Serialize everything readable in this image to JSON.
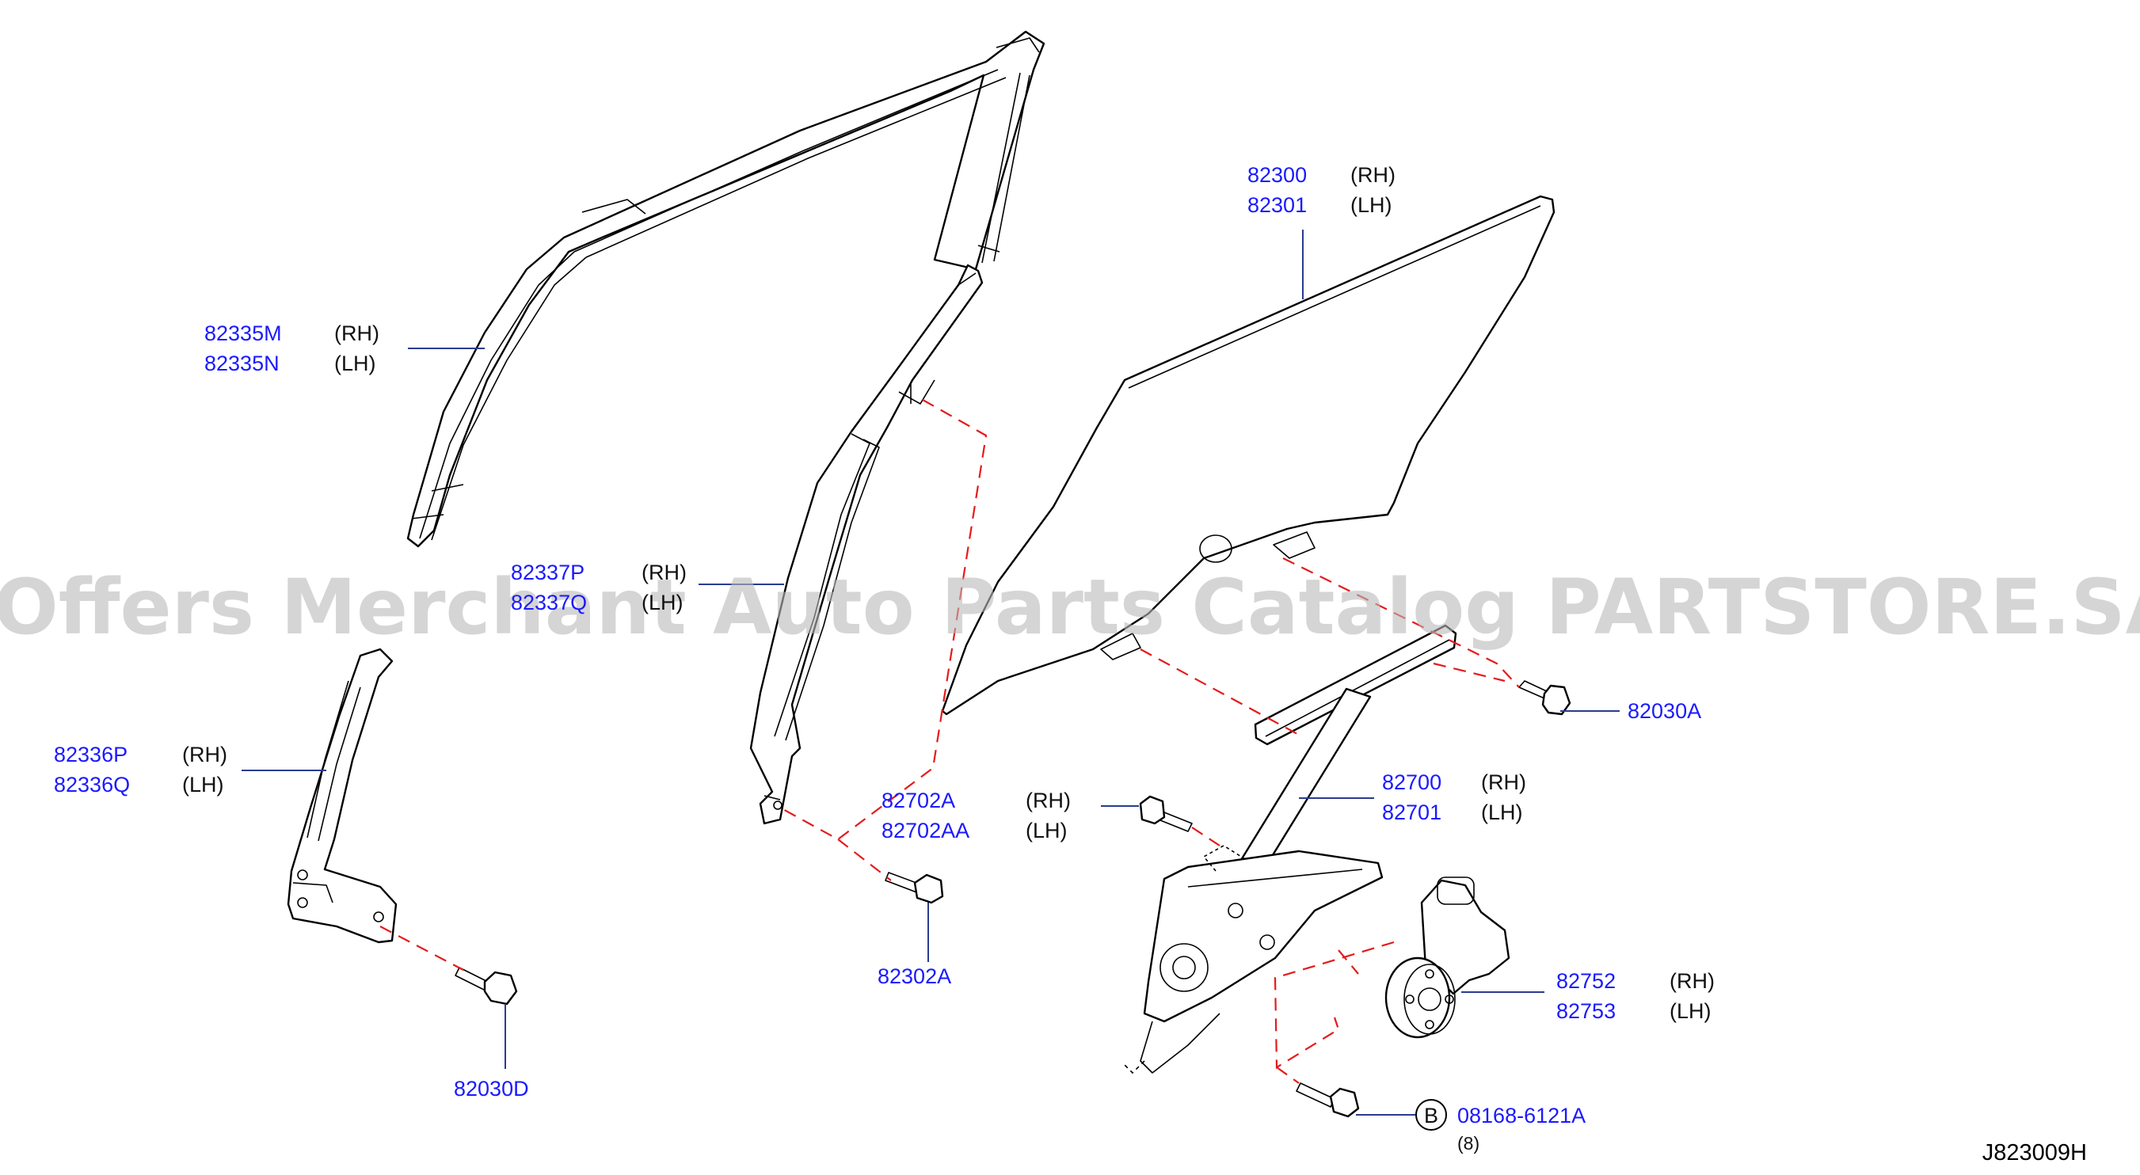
{
  "callouts": [
    {
      "id": "c1",
      "part": "82335M",
      "side": "(RH)"
    },
    {
      "id": "c2",
      "part": "82335N",
      "side": "(LH)"
    },
    {
      "id": "c3",
      "part": "82300",
      "side": "(RH)"
    },
    {
      "id": "c4",
      "part": "82301",
      "side": "(LH)"
    },
    {
      "id": "c5",
      "part": "82337P",
      "side": "(RH)"
    },
    {
      "id": "c6",
      "part": "82337Q",
      "side": "(LH)"
    },
    {
      "id": "c7",
      "part": "82336P",
      "side": "(RH)"
    },
    {
      "id": "c8",
      "part": "82336Q",
      "side": "(LH)"
    },
    {
      "id": "c9",
      "part": "82030A",
      "side": ""
    },
    {
      "id": "c10",
      "part": "82700",
      "side": "(RH)"
    },
    {
      "id": "c11",
      "part": "82701",
      "side": "(LH)"
    },
    {
      "id": "c12",
      "part": "82702A",
      "side": "(RH)"
    },
    {
      "id": "c13",
      "part": "82702AA",
      "side": "(LH)"
    },
    {
      "id": "c14",
      "part": "82302A",
      "side": ""
    },
    {
      "id": "c15",
      "part": "82752",
      "side": "(RH)"
    },
    {
      "id": "c16",
      "part": "82753",
      "side": "(LH)"
    },
    {
      "id": "c17",
      "part": "82030D",
      "side": ""
    },
    {
      "id": "c18",
      "part": "08168-6121A",
      "side": ""
    }
  ],
  "bolt_marker": "B",
  "bolt_qty": "(8)",
  "diagram_code": "J823009H",
  "watermark": "Offers Merchant Auto Parts Catalog PARTSTORE.SA",
  "colors": {
    "part_number": "#1a1aff",
    "leader": "#2a3c8f",
    "dashed_guide": "#e51b1b",
    "watermark": "#b9b9b9"
  }
}
